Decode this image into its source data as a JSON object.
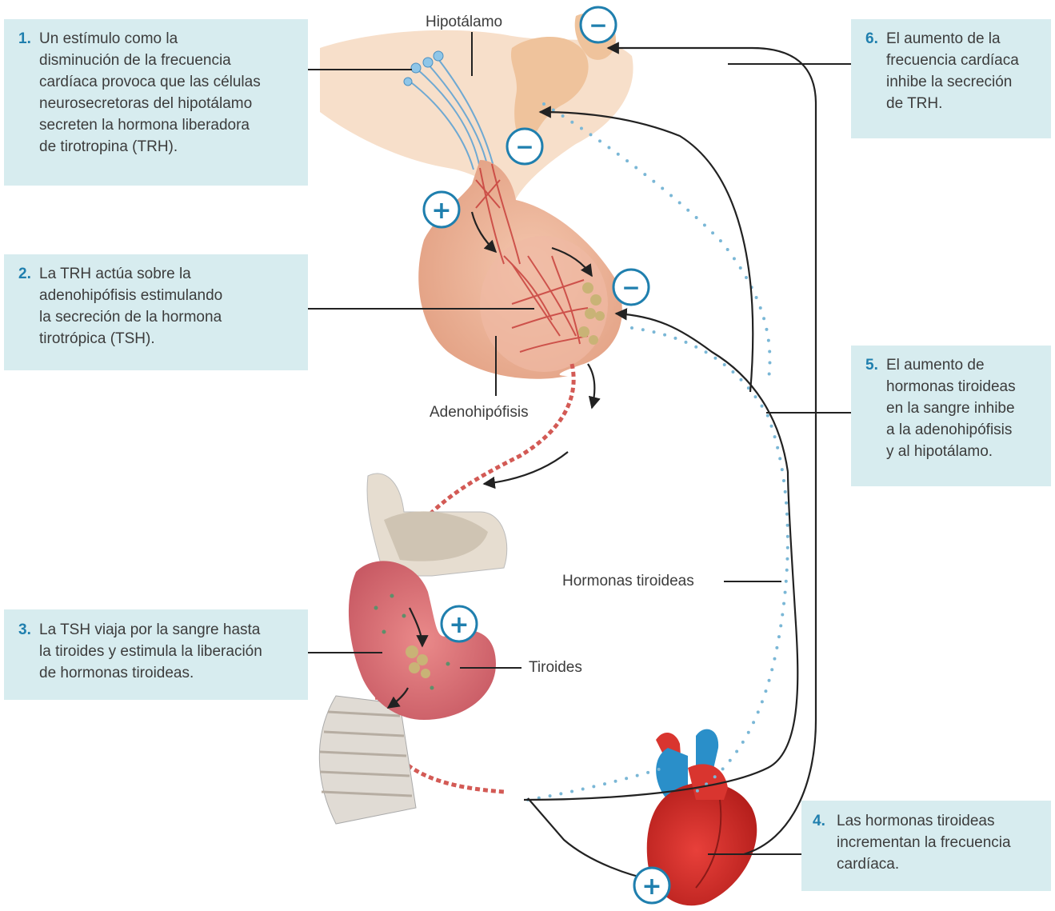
{
  "steps": [
    {
      "num": "1.",
      "text": "Un estímulo como la\ndisminución de la frecuencia\ncardíaca provoca que las células\nneurosecretoras del hipotálamo\nsecreten la hormona liberadora\nde tirotropina (TRH)."
    },
    {
      "num": "2.",
      "text": "La TRH actúa sobre la\nadenohipófisis estimulando\nla secreción de la hormona\ntirotrópica (TSH)."
    },
    {
      "num": "3.",
      "text": "La TSH viaja por la sangre hasta\nla tiroides y estimula la liberación\nde hormonas tiroideas."
    },
    {
      "num": "4.",
      "text": "Las hormonas tiroideas\nincrementan la frecuencia\ncardíaca."
    },
    {
      "num": "5.",
      "text": "El aumento de\nhormonas tiroideas\nen la sangre inhibe\na la adenohipófisis\ny al hipotálamo."
    },
    {
      "num": "6.",
      "text": "El aumento de la\nfrecuencia cardíaca\ninhibe la secreción\nde TRH."
    }
  ],
  "labels": {
    "hipotalamo": "Hipotálamo",
    "adenohipofisis": "Adenohipófisis",
    "hormonas": "Hormonas tiroideas",
    "tiroides": "Tiroides"
  },
  "signs": {
    "plus": "+",
    "minus": "−"
  },
  "colors": {
    "box_bg": "#d7ecef",
    "accent": "#1f7fae",
    "vessel": "#c8403c",
    "hormone_dot": "#7ab7d6"
  }
}
